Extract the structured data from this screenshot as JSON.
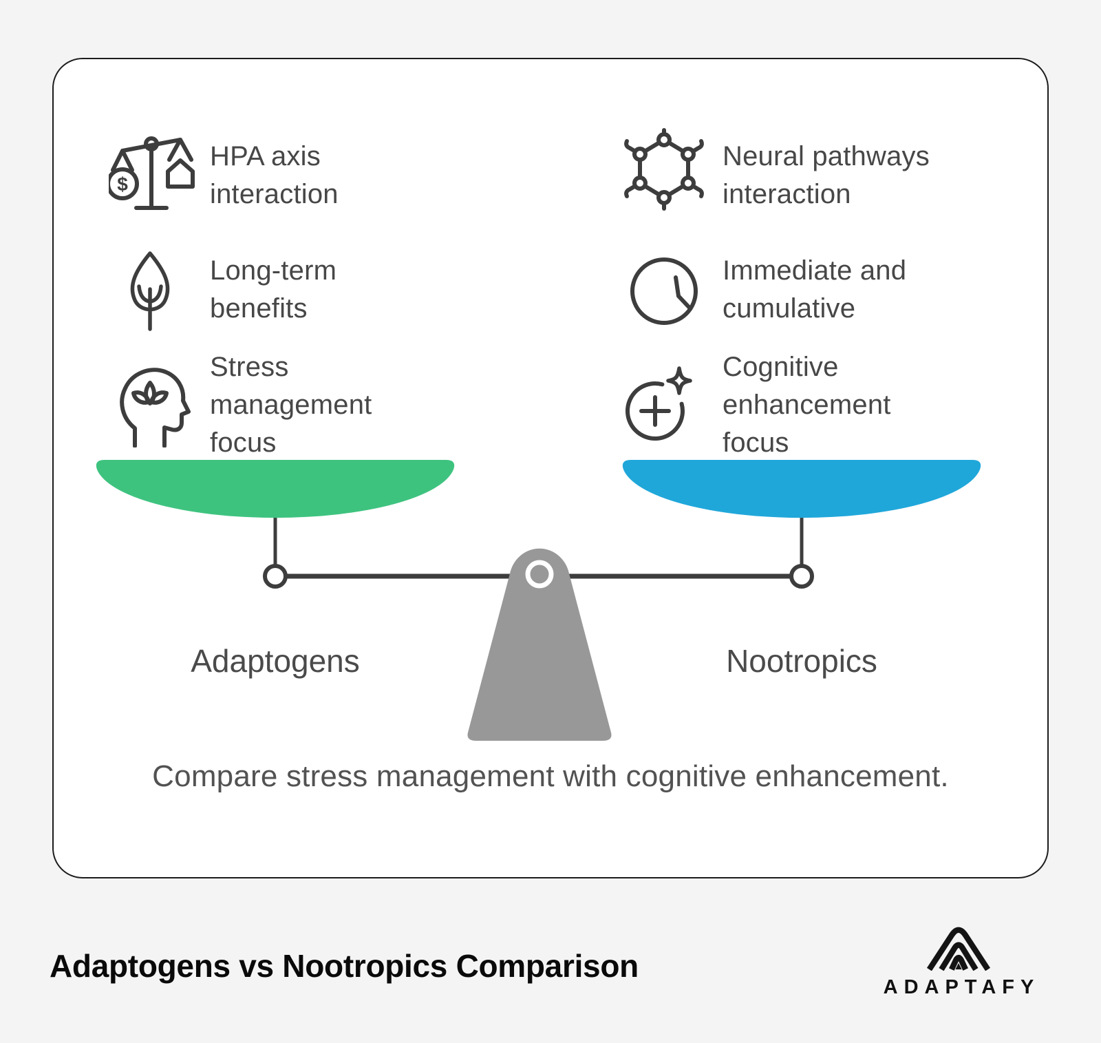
{
  "card": {
    "left_features": [
      {
        "icon": "justice-scale-icon",
        "text": "HPA axis\ninteraction"
      },
      {
        "icon": "leaf-icon",
        "text": "Long-term\nbenefits"
      },
      {
        "icon": "head-lotus-icon",
        "text": "Stress\nmanagement\nfocus"
      }
    ],
    "right_features": [
      {
        "icon": "molecule-icon",
        "text": "Neural pathways\ninteraction"
      },
      {
        "icon": "clock-icon",
        "text": "Immediate and\ncumulative"
      },
      {
        "icon": "plus-sparkle-icon",
        "text": "Cognitive\nenhancement\nfocus"
      }
    ],
    "left_label": "Adaptogens",
    "right_label": "Nootropics",
    "caption": "Compare stress management with cognitive enhancement."
  },
  "footer": {
    "title": "Adaptogens vs Nootropics Comparison",
    "brand": "ADAPTAFY"
  },
  "colors": {
    "left_pan": "#3ec37f",
    "right_pan": "#20a7da",
    "fulcrum": "#989898",
    "icon_stroke": "#3d3d3d"
  }
}
